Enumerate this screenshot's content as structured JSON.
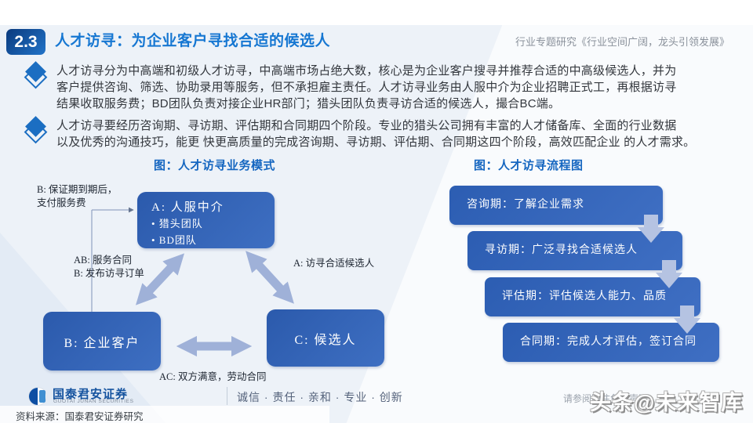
{
  "header": {
    "section_number": "2.3",
    "title": "人才访寻：为企业客户寻找合适的候选人",
    "subtitle": "行业专题研究《行业空间广阔，龙头引领发展》"
  },
  "bullets": [
    {
      "lines": [
        "人才访寻分为中高端和初级人才访寻，中高端市场占绝大数，核心是为企业客户搜寻并推荐合适的中高级候选人，并为",
        "客户提供咨询、筛选、协助录用等服务，但不承担雇主责任。人才访寻业务由人服中介为企业招聘正式工，再根据访寻",
        "结果收取服务费；BD团队负责对接企业HR部门；猎头团队负责寻访合适的候选人，撮合BC端。"
      ]
    },
    {
      "lines": [
        "人才访寻要经历咨询期、寻访期、评估期和合同期四个阶段。专业的猎头公司拥有丰富的人才储备库、全面的行业数据",
        "以及优秀的沟通技巧，能更 快更高质量的完成咨询期、寻访期、评估期、合同期这四个阶段，高效匹配企业 的人才需求。"
      ]
    }
  ],
  "figures": {
    "left_title": "图：人才访寻业务模式",
    "right_title": "图：人才访寻流程图"
  },
  "business_model": {
    "label_pay_line1": "B: 保证期到期后，",
    "label_pay_line2": "支付服务费",
    "label_ab_line1": "AB: 服务合同",
    "label_ab_line2": "B: 发布访寻订单",
    "label_a": "A: 访寻合适候选人",
    "label_ac": "AC: 双方满意，劳动合同",
    "box_a_title": "A: 人服中介",
    "box_a_item_1": "• 猎头团队",
    "box_a_item_2": "• BD团队",
    "box_b": "B: 企业客户",
    "box_c": "C: 候选人"
  },
  "process_flow": {
    "steps": [
      "咨询期：了解企业需求",
      "寻访期：广泛寻找合适候选人",
      "评估期：评估候选人能力、品质",
      "合同期：完成人才评估，签订合同"
    ]
  },
  "footer": {
    "brand": "国泰君安证券",
    "brand_en": "GUOTAI JUNAN SECURITIES",
    "slogan": "诚信 · 责任 · 亲和 · 专业 · 创新",
    "disclaimer": "请参阅附注免责声明",
    "watermark": "头条@未来智库",
    "source": "资料来源：国泰君安证券研究"
  },
  "colors": {
    "accent_blue": "#1677d2",
    "box_blue": "#2e5fb2",
    "arrow_blue": "#9fb1d8",
    "badge_dark": "#0b3a7d",
    "badge_light": "#2173c8"
  }
}
